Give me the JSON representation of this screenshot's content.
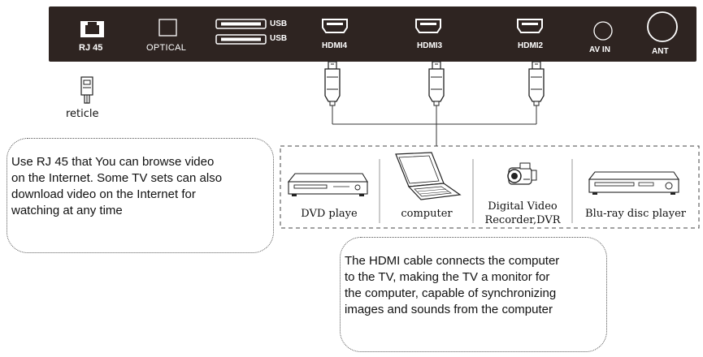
{
  "ports": {
    "rj45": "RJ 45",
    "optical": "OPTICAL",
    "usb_top": "USB",
    "usb_bottom": "USB",
    "hdmi4": "HDMI4",
    "hdmi3": "HDMI3",
    "hdmi2": "HDMI2",
    "av_in": "AV IN",
    "ant": "ANT"
  },
  "reticle_label": "reticle",
  "devices": {
    "dvd": "DVD playe",
    "computer": "computer",
    "dvr_line1": "Digital Video",
    "dvr_line2": "Recorder,DVR",
    "bluray": "Blu-ray disc player"
  },
  "callouts": {
    "rj45_lines": [
      "Use RJ 45 that You can browse video",
      "on the Internet. Some TV sets can also",
      "download video on the Internet for",
      "watching at any time"
    ],
    "hdmi_lines": [
      "The HDMI cable connects the computer",
      "to the TV, making the TV a monitor for",
      "the computer, capable of synchronizing",
      "images and sounds from the computer"
    ]
  }
}
